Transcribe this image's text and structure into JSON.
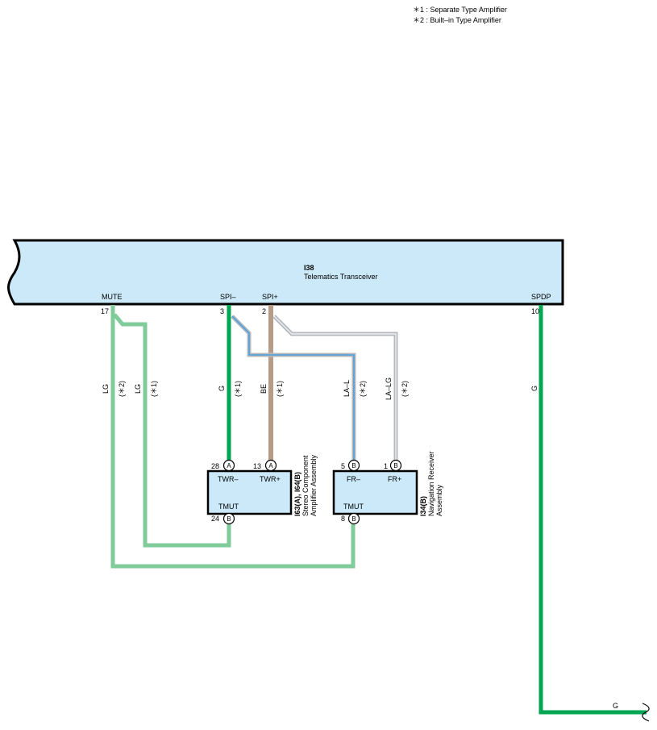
{
  "notes": [
    "＊1 : Separate Type Amplifier",
    "＊2 : Built–in Type Amplifier"
  ],
  "transceiver": {
    "code": "I38",
    "name": "Telematics Transceiver",
    "pins": [
      {
        "label": "MUTE",
        "num": "17"
      },
      {
        "label": "SPI–",
        "num": "3"
      },
      {
        "label": "SPI+",
        "num": "2"
      },
      {
        "label": "SPDP",
        "num": "10"
      }
    ]
  },
  "amplifier": {
    "code": "I63(A), I64(B)",
    "name_line1": "Stereo Component",
    "name_line2": "Amplifier Assembly",
    "pins": [
      {
        "label": "TWR–",
        "num": "28",
        "conn": "A"
      },
      {
        "label": "TWR+",
        "num": "13",
        "conn": "A"
      },
      {
        "label": "TMUT",
        "num": "24",
        "conn": "B"
      }
    ]
  },
  "receiver": {
    "code": "I34(B)",
    "name_line1": "Navigation Receiver",
    "name_line2": "Assembly",
    "pins": [
      {
        "label": "FR–",
        "num": "5",
        "conn": "B"
      },
      {
        "label": "FR+",
        "num": "1",
        "conn": "B"
      },
      {
        "label": "TMUT",
        "num": "8",
        "conn": "B"
      }
    ]
  },
  "wires": [
    {
      "color": "LG",
      "note": "(＊2)"
    },
    {
      "color": "LG",
      "note": "(＊1)"
    },
    {
      "color": "G",
      "note": "(＊1)"
    },
    {
      "color": "BE",
      "note": "(＊1)"
    },
    {
      "color": "LA–L",
      "note": "(＊2)"
    },
    {
      "color": "LA–LG",
      "note": "(＊2)"
    },
    {
      "color": "G",
      "note": ""
    }
  ],
  "bottom_wire_label": "G",
  "colors": {
    "LG": "#7fcc9a",
    "G": "#00a651",
    "BE": "#b49c88",
    "LA": "#4a9fe0",
    "LG_stripe": "#b7b9bd",
    "body_fill": "#cbe9f8"
  }
}
